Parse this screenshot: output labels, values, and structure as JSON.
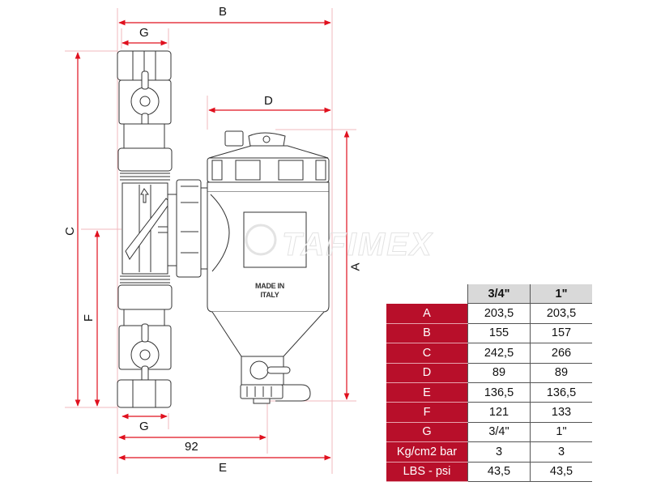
{
  "drawing": {
    "dimension_labels": {
      "B": "B",
      "G_top": "G",
      "D": "D",
      "C": "C",
      "A": "A",
      "F": "F",
      "G_bottom": "G",
      "dim_92": "92",
      "E": "E"
    },
    "body_text": [
      "MADE IN",
      "ITALY"
    ],
    "watermark": "TAFIMEX",
    "colors": {
      "dimension_line": "#e0101e",
      "outline": "#333333",
      "extension_line": "#f0b8bd"
    }
  },
  "table": {
    "headers": [
      "",
      "3/4\"",
      "1\""
    ],
    "rows": [
      {
        "label": "A",
        "v34": "203,5",
        "v1": "203,5"
      },
      {
        "label": "B",
        "v34": "155",
        "v1": "157"
      },
      {
        "label": "C",
        "v34": "242,5",
        "v1": "266"
      },
      {
        "label": "D",
        "v34": "89",
        "v1": "89"
      },
      {
        "label": "E",
        "v34": "136,5",
        "v1": "136,5"
      },
      {
        "label": "F",
        "v34": "121",
        "v1": "133"
      },
      {
        "label": "G",
        "v34": "3/4\"",
        "v1": "1\""
      },
      {
        "label": "Kg/cm2 bar",
        "v34": "3",
        "v1": "3"
      },
      {
        "label": "LBS - psi",
        "v34": "43,5",
        "v1": "43,5"
      }
    ],
    "colors": {
      "label_bg": "#b80f2a",
      "header_bg": "#d9d9d9"
    }
  }
}
